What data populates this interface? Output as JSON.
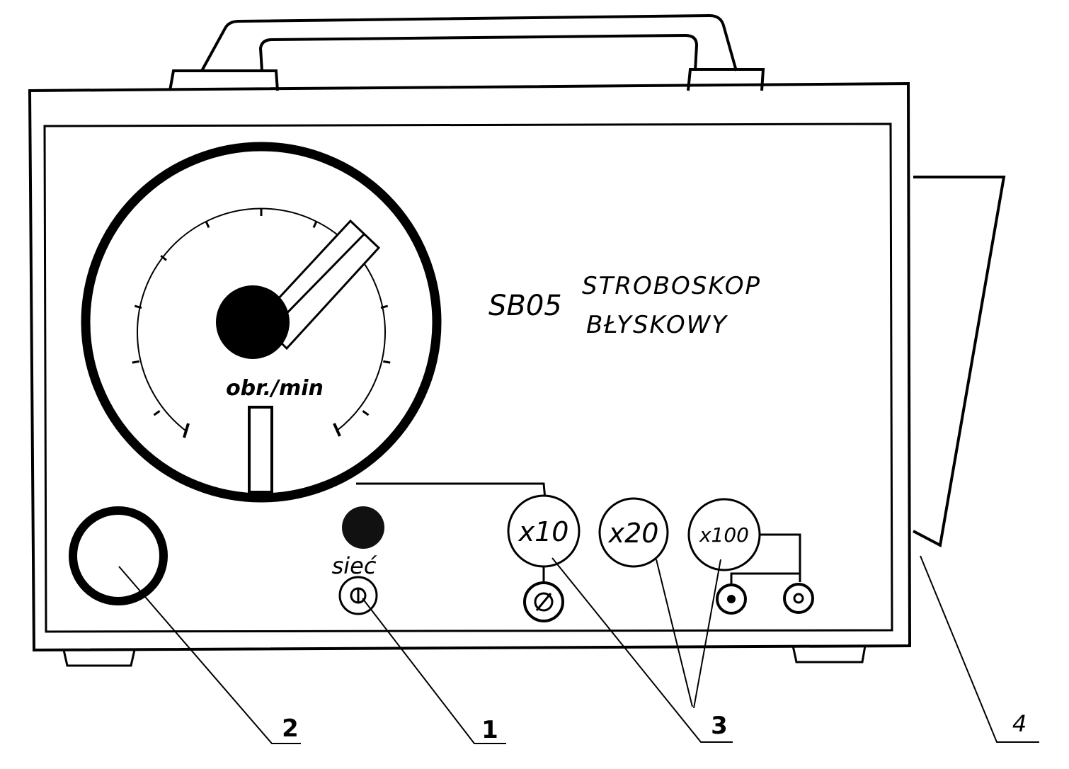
{
  "device": {
    "model": "SB05",
    "title_line1": "STROBOSKOP",
    "title_line2": "BŁYSKOWY"
  },
  "dial": {
    "unit_label": "obr./min"
  },
  "power": {
    "label": "sieć"
  },
  "range_buttons": [
    {
      "label": "x10"
    },
    {
      "label": "x20"
    },
    {
      "label": "x100"
    }
  ],
  "callouts": [
    {
      "number": "2"
    },
    {
      "number": "1"
    },
    {
      "number": "3"
    },
    {
      "number": "4"
    }
  ],
  "colors": {
    "ink": "#000000",
    "paper": "#ffffff"
  }
}
